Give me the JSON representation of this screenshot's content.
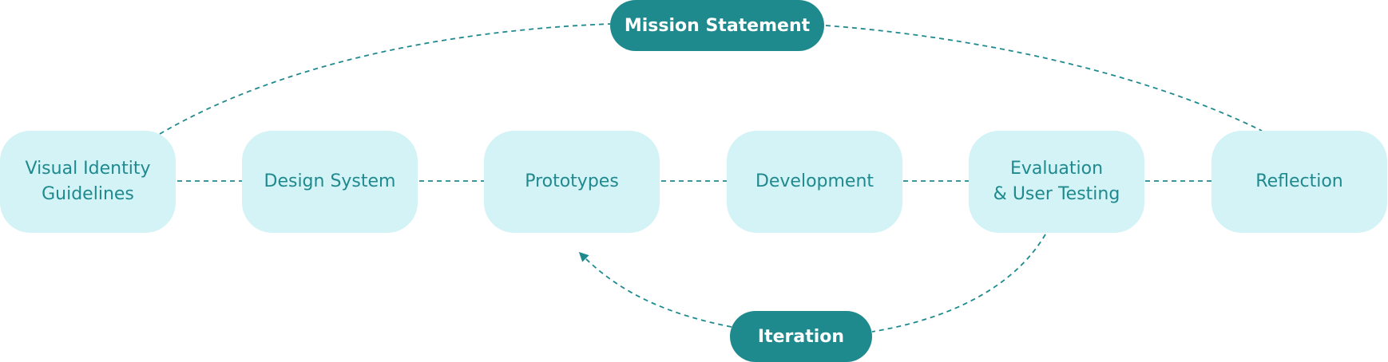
{
  "diagram": {
    "mission_label": "Mission Statement",
    "iteration_label": "Iteration",
    "stages": [
      {
        "lines": [
          "Visual Identity",
          "Guidelines"
        ]
      },
      {
        "lines": [
          "Design System"
        ]
      },
      {
        "lines": [
          "Prototypes"
        ]
      },
      {
        "lines": [
          "Development"
        ]
      },
      {
        "lines": [
          "Evaluation",
          "& User Testing"
        ]
      },
      {
        "lines": [
          "Reflection"
        ]
      }
    ],
    "colors": {
      "accent": "#1f8a8e",
      "stage_fill": "#d3f3f6",
      "connector": "#1f8a8e"
    }
  }
}
